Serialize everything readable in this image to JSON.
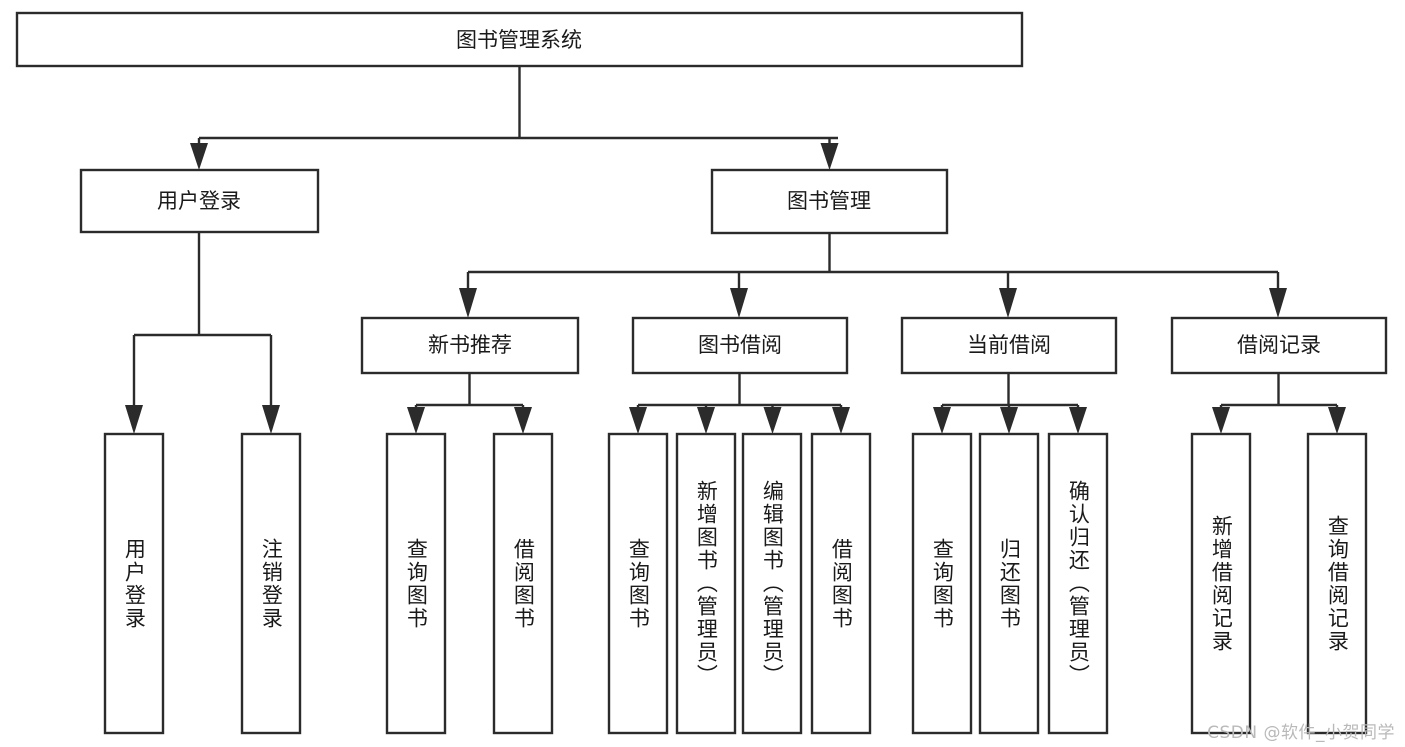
{
  "diagram": {
    "type": "tree-hierarchy",
    "title": "图书管理系统",
    "root": {
      "label": "图书管理系统",
      "children": [
        {
          "label": "用户登录",
          "children": [
            {
              "label": "用户登录"
            },
            {
              "label": "注销登录"
            }
          ]
        },
        {
          "label": "图书管理",
          "children": [
            {
              "label": "新书推荐",
              "children": [
                {
                  "label": "查询图书"
                },
                {
                  "label": "借阅图书"
                }
              ]
            },
            {
              "label": "图书借阅",
              "children": [
                {
                  "label": "查询图书"
                },
                {
                  "label": "新增图书（管理员）"
                },
                {
                  "label": "编辑图书（管理员）"
                },
                {
                  "label": "借阅图书"
                }
              ]
            },
            {
              "label": "当前借阅",
              "children": [
                {
                  "label": "查询图书"
                },
                {
                  "label": "归还图书"
                },
                {
                  "label": "确认归还（管理员）"
                }
              ]
            },
            {
              "label": "借阅记录",
              "children": [
                {
                  "label": "新增借阅记录"
                },
                {
                  "label": "查询借阅记录"
                }
              ]
            }
          ]
        }
      ]
    }
  },
  "nodes": {
    "root": "图书管理系统",
    "l1_user_login": "用户登录",
    "l1_book_mgmt": "图书管理",
    "l2_new_book_rec": "新书推荐",
    "l2_book_borrow": "图书借阅",
    "l2_current_borrow": "当前借阅",
    "l2_borrow_record": "借阅记录",
    "leaf_user_login": "用户登录",
    "leaf_logout": "注销登录",
    "leaf_rec_query": "查询图书",
    "leaf_rec_borrow": "借阅图书",
    "leaf_borrow_query": "查询图书",
    "leaf_borrow_add": "新增图书（管理员）",
    "leaf_borrow_edit": "编辑图书（管理员）",
    "leaf_borrow_borrow": "借阅图书",
    "leaf_cur_query": "查询图书",
    "leaf_cur_return": "归还图书",
    "leaf_cur_confirm": "确认归还（管理员）",
    "leaf_rec_add": "新增借阅记录",
    "leaf_rec_search": "查询借阅记录"
  },
  "watermark": {
    "text": "CSDN @软件_小贺同学"
  },
  "colors": {
    "stroke": "#2b2b2b",
    "fill": "#ffffff",
    "text": "#1a1a1a",
    "watermark": "#b9b9b9"
  }
}
